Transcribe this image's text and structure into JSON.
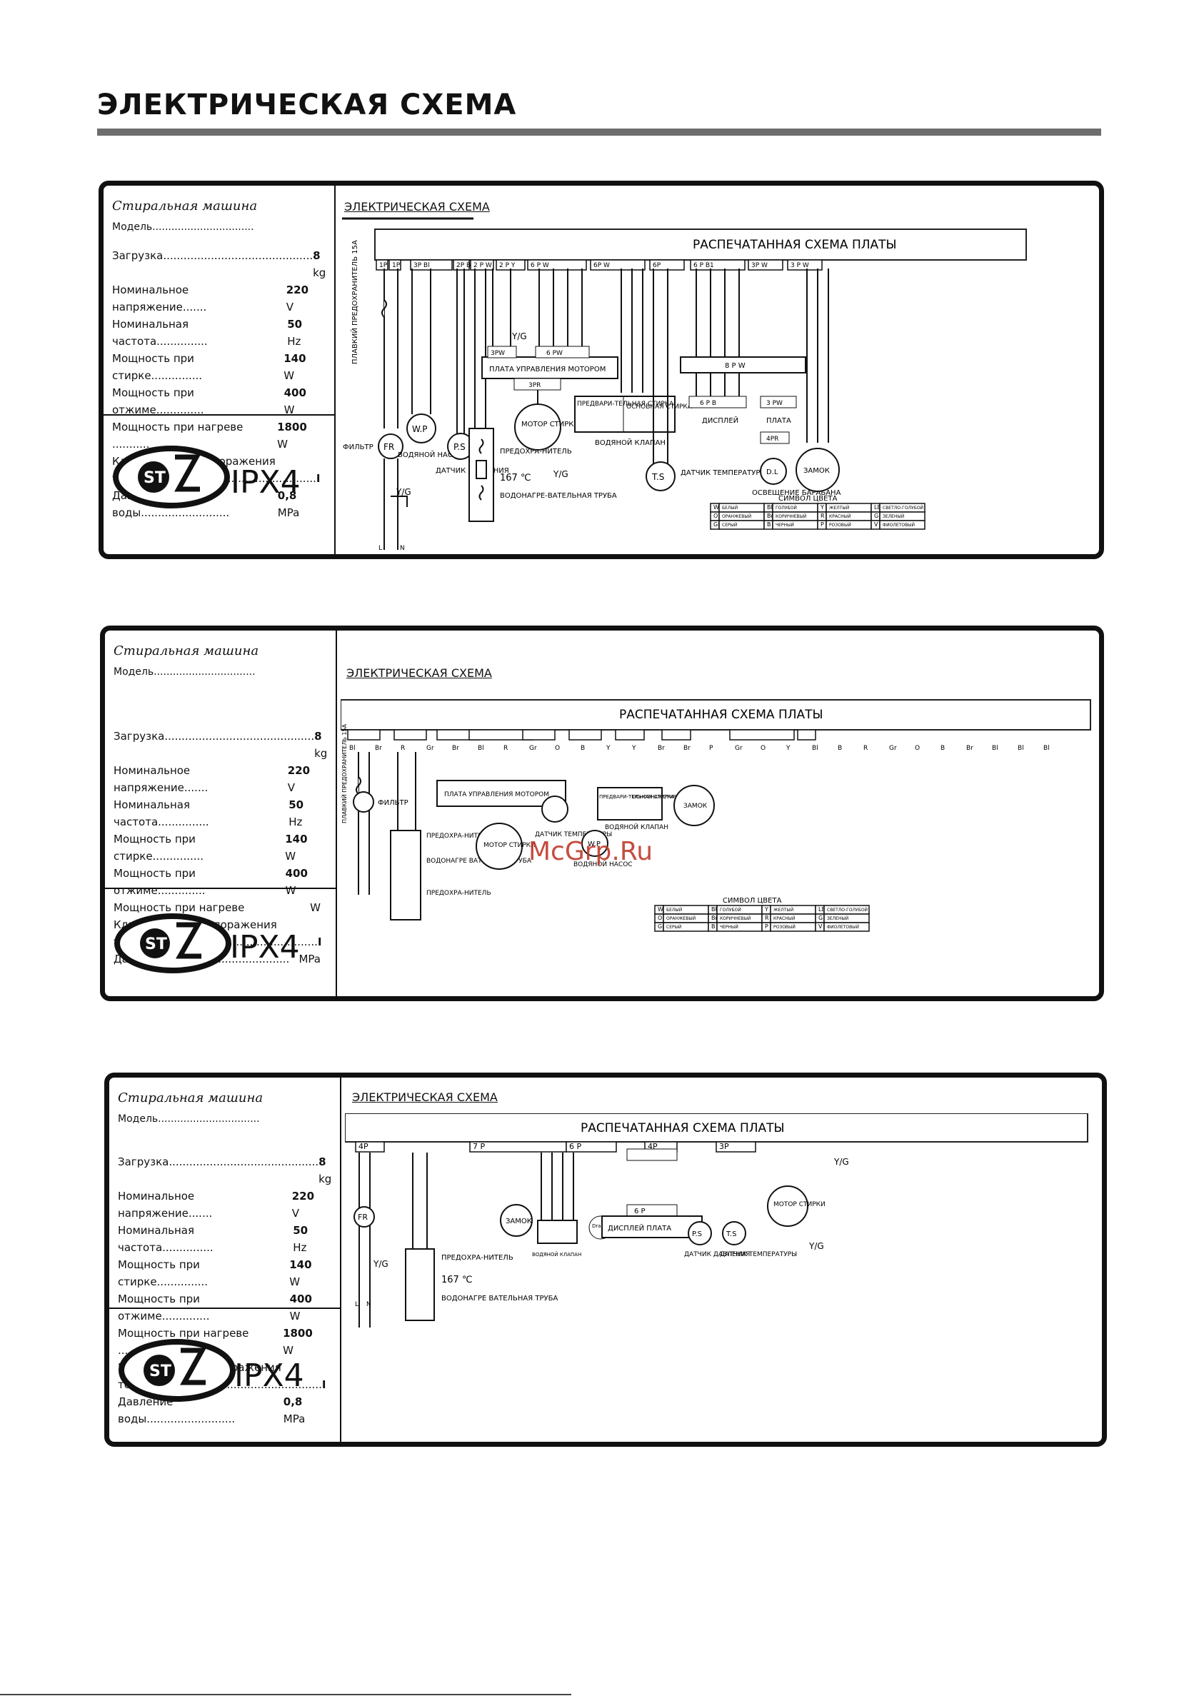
{
  "page": {
    "title": "ЭЛЕКТРИЧЕСКАЯ СХЕМА",
    "watermark": "McGrp.Ru"
  },
  "panels": [
    {
      "spec": {
        "title": "Стиральная машина",
        "model": "Модель................................",
        "rows": [
          {
            "label": "Загрузка............................................",
            "value": "8",
            "unit": "kg"
          },
          {
            "label": "Номинальное напряжение.......",
            "value": "220",
            "unit": "V"
          },
          {
            "label": "Номинальная частота...............",
            "value": "50",
            "unit": "Hz"
          },
          {
            "label": "Мощность при стирке...............",
            "value": "140",
            "unit": "W"
          },
          {
            "label": "Мощность при отжиме..............",
            "value": "400",
            "unit": "W"
          },
          {
            "label": "Мощность при нагреве ...........",
            "value": "1800",
            "unit": "W"
          },
          {
            "label": "Класс защиты от поражения",
            "value": "",
            "unit": ""
          },
          {
            "label": "током..................................................",
            "value": "I",
            "unit": ""
          },
          {
            "label": "Давление воды..........................",
            "value": "0,8",
            "unit": "MPa"
          }
        ],
        "rating": "IPX4"
      },
      "schema_label": "ЭЛЕКТРИЧЕСКАЯ СХЕМА",
      "board_label": "РАСПЕЧАТАННАЯ СХЕМА ПЛАТЫ",
      "connectors": [
        "1P",
        "1P",
        "3P  Bl",
        "2P Bl",
        "2 P W",
        "2  P  Y",
        "6  P  W",
        "6P  W",
        "6P",
        "6  P  B1",
        "3P  W",
        "3  P  W"
      ],
      "components": {
        "fuse": "ПЛАВКИЙ ПРЕДОХРАНИТЕЛЬ 15A",
        "filter": "ФИЛЬТР",
        "filter_short": "FR",
        "wp": "W.P",
        "wp_label": "ВОДЯНОЙ НАСОС",
        "ps": "P.S",
        "ps_label": "ДАТЧИК ДАВЛЕНИЯ",
        "heater_fuse": "ПРЕДОХРА-НИТЕЛЬ",
        "heater_temp": "167 ℃",
        "heater": "ВОДОНАГРЕ-ВАТЕЛЬНАЯ ТРУБА",
        "motor_board": "ПЛАТА УПРАВЛЕНИЯ МОТОРОМ",
        "motor_board_conn_a": "3PW",
        "motor_board_conn_b": "6 PW",
        "motor_board_conn_c": "3PR",
        "motor": "МОТОР СТИРКИ",
        "valve_pre": "ПРЕДВАРИ-ТЕЛЬНАЯ СТИРКА",
        "valve_main": "ОСНОВНАЯ СТИРКА",
        "valve": "ВОДЯНОЙ КЛАПАН",
        "ts": "T.S",
        "ts_label": "ДАТЧИК ТЕМПЕРАТУРЫ",
        "conn_8pw": "8  P  W",
        "display_conn": "6  P  B",
        "display": "ДИСПЛЕЙ",
        "board_conn": "3  PW",
        "board": "ПЛАТА",
        "dl_conn": "4PR",
        "dl": "D.L",
        "dl_label": "ОСВЕЩЕНИЕ БАРАБАНА",
        "lock": "ЗАМОК",
        "yg": "Y/G",
        "l": "L",
        "n": "N"
      }
    },
    {
      "spec": {
        "title": "Стиральная машина",
        "model": "Модель................................",
        "rows": [
          {
            "label": "Загрузка............................................",
            "value": "8",
            "unit": "kg"
          },
          {
            "label": "Номинальное напряжение.......",
            "value": "220",
            "unit": "V"
          },
          {
            "label": "Номинальная частота...............",
            "value": "50",
            "unit": "Hz"
          },
          {
            "label": "Мощность при стирке...............",
            "value": "140",
            "unit": "W"
          },
          {
            "label": "Мощность при отжиме..............",
            "value": "400",
            "unit": "W"
          },
          {
            "label": "Мощность при нагреве",
            "value": "",
            "unit": "W"
          },
          {
            "label": "Класс защиты от поражения",
            "value": "",
            "unit": ""
          },
          {
            "label": "током..................................................",
            "value": "I",
            "unit": ""
          },
          {
            "label": "Давление воды..........................",
            "value": "",
            "unit": "MPa"
          }
        ],
        "rating": "IPX4"
      },
      "schema_label": "ЭЛЕКТРИЧЕСКАЯ СХЕМА",
      "board_label": "РАСПЕЧАТАННАЯ СХЕМА ПЛАТЫ",
      "components": {
        "fuse": "ПЛАВКИЙ ПРЕДОХРАНИТЕЛЬ 15A",
        "filter": "ФИЛЬТР",
        "heater_fuse": "ПРЕДОХРА-НИТЕЛЬ",
        "heater": "ВОДОНАГРЕ ВАТЕЛЬНАЯ ТРУБА",
        "heater_fuse2": "ПРЕДОХРА-НИТЕЛЬ",
        "motor_board": "ПЛАТА УПРАВЛЕНИЯ МОТОРОМ",
        "motor": "МОТОР СТИРКИ",
        "ts_label": "ДАТЧИК ТЕМПЕРАТУРЫ",
        "wp": "W.P",
        "wp_label": "ВОДЯНОЙ НАСОС",
        "valve_pre": "ПРЕДВАРИ-ТЕЛЬНАЯ СТИРКА",
        "valve_main": "ОСНОВНАЯ СТИРКА",
        "valve": "ВОДЯНОЙ КЛАПАН",
        "lock": "ЗАМОК"
      },
      "wire_labels": [
        "Bl",
        "Br",
        "R",
        "Gr",
        "Br",
        "Bl",
        "R",
        "Gr",
        "O",
        "B",
        "Y",
        "Y",
        "Br",
        "Br",
        "P",
        "Gr",
        "O",
        "Y",
        "Bl",
        "B",
        "R",
        "Gr",
        "O",
        "B",
        "Br",
        "Bl",
        "Bl",
        "Bl"
      ]
    },
    {
      "spec": {
        "title": "Стиральная машина",
        "model": "Модель................................",
        "rows": [
          {
            "label": "Загрузка............................................",
            "value": "8",
            "unit": "kg"
          },
          {
            "label": "Номинальное напряжение.......",
            "value": "220",
            "unit": "V"
          },
          {
            "label": "Номинальная частота...............",
            "value": "50",
            "unit": "Hz"
          },
          {
            "label": "Мощность при стирке...............",
            "value": "140",
            "unit": "W"
          },
          {
            "label": "Мощность при отжиме..............",
            "value": "400",
            "unit": "W"
          },
          {
            "label": "Мощность при нагреве ...........",
            "value": "1800",
            "unit": "W"
          },
          {
            "label": "Класс защиты от поражения",
            "value": "",
            "unit": ""
          },
          {
            "label": "током..................................................",
            "value": "I",
            "unit": ""
          },
          {
            "label": "Давление воды..........................",
            "value": "0,8",
            "unit": "MPa"
          }
        ],
        "rating": "IPX4"
      },
      "schema_label": "ЭЛЕКТРИЧЕСКАЯ СХЕМА",
      "board_label": "РАСПЕЧАТАННАЯ СХЕМА ПЛАТЫ",
      "connectors": [
        "4P",
        "7  P",
        "6  P",
        "4P",
        "3P"
      ],
      "components": {
        "filter_short": "FR",
        "yg": "Y/G",
        "l": "L",
        "n": "N",
        "heater_fuse": "ПРЕДОХРА-НИТЕЛЬ",
        "heater_temp": "167 ℃",
        "heater": "ВОДОНАГРЕ ВАТЕЛЬНАЯ ТРУБА",
        "lock": "ЗАМОК",
        "valve": "ВОДЯНОЙ КЛАПАН",
        "drain": "Drain Pump",
        "display_conn": "6  P",
        "display": "ДИСПЛЕЙ   ПЛАТА",
        "ps": "P.S",
        "ps_label": "ДАТЧИК ДАВЛЕНИЯ",
        "ts": "T.S",
        "ts_label": "ДАТЧИК ТЕМПЕРАТУРЫ",
        "motor": "МОТОР СТИРКИ"
      }
    }
  ],
  "color_legend": {
    "title": "СИМВОЛ ЦВЕТА",
    "rows": [
      [
        {
          "k": "W",
          "v": "БЕЛЫЙ"
        },
        {
          "k": "Bl",
          "v": "ГОЛУБОЙ"
        },
        {
          "k": "Y",
          "v": "ЖЕЛТЫЙ"
        },
        {
          "k": "LB",
          "v": "СВЕТЛО-ГОЛУБОЙ"
        }
      ],
      [
        {
          "k": "O",
          "v": "ОРАНЖЕВЫЙ"
        },
        {
          "k": "Br",
          "v": "КОРИЧНЕВЫЙ"
        },
        {
          "k": "R",
          "v": "КРАСНЫЙ"
        },
        {
          "k": "G",
          "v": "ЗЕЛЕНЫЙ"
        }
      ],
      [
        {
          "k": "Gr",
          "v": "СЕРЫЙ"
        },
        {
          "k": "B",
          "v": "ЧЕРНЫЙ"
        },
        {
          "k": "P",
          "v": "РОЗОВЫЙ"
        },
        {
          "k": "V",
          "v": "ФИОЛЕТОВЫЙ"
        }
      ]
    ]
  }
}
